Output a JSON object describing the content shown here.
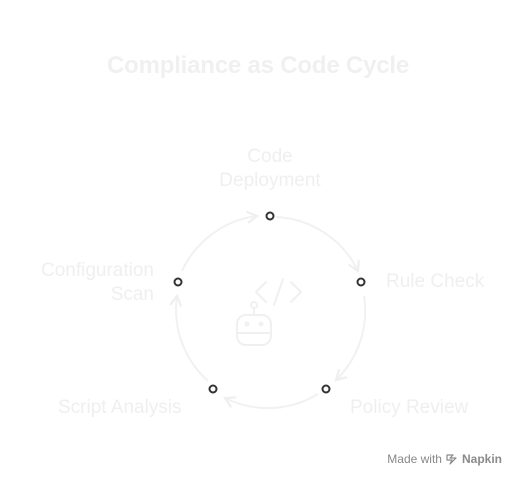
{
  "title": "Compliance as Code Cycle",
  "steps": {
    "deployment": {
      "line1": "Code",
      "line2": "Deployment"
    },
    "rule_check": "Rule Check",
    "policy_review": "Policy Review",
    "script_analysis": "Script Analysis",
    "configuration": {
      "line1": "Configuration",
      "line2": "Scan"
    }
  },
  "center_icons": [
    "code-brackets-icon",
    "robot-icon"
  ],
  "footer": {
    "made_with": "Made with",
    "brand": "Napkin"
  },
  "colors": {
    "text_light": "#efefef",
    "arrow": "#f0f0f0",
    "node_stroke": "#333333",
    "footer": "#888888"
  }
}
